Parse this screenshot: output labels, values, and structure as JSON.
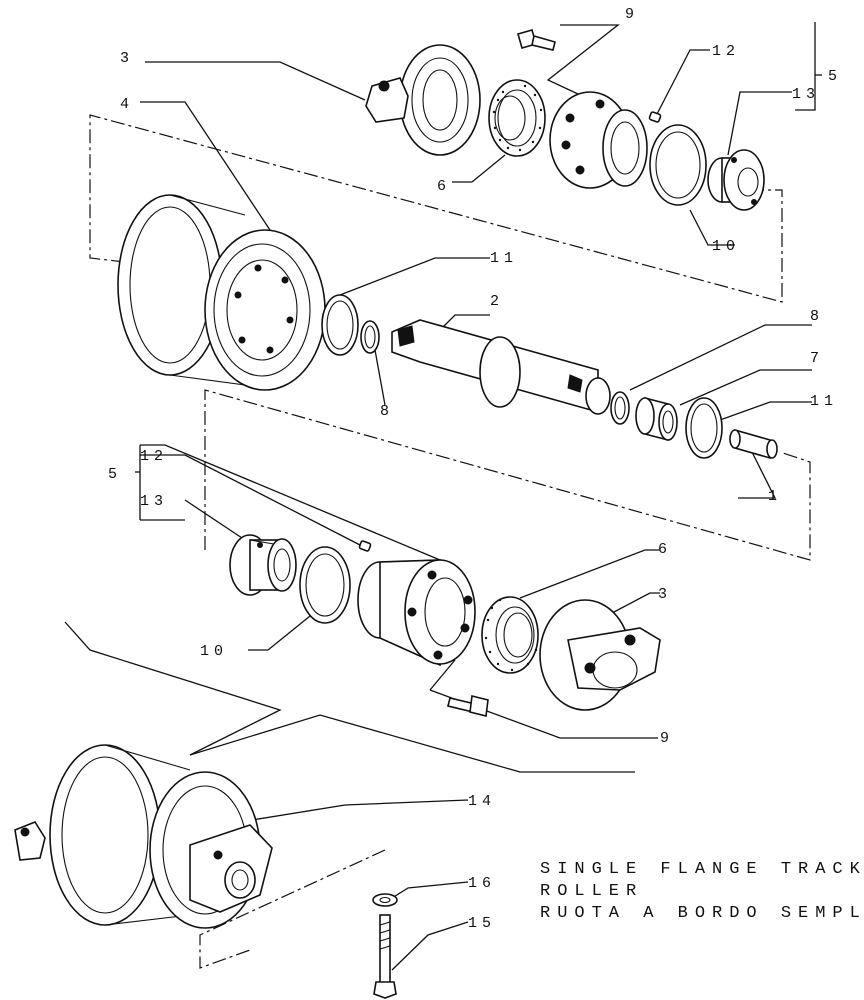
{
  "callouts": {
    "n1": "1",
    "n2": "2",
    "n3a": "3",
    "n3b": "3",
    "n4": "4",
    "n5a": "5",
    "n5b": "5",
    "n6a": "6",
    "n6b": "6",
    "n7": "7",
    "n8a": "8",
    "n8b": "8",
    "n9a": "9",
    "n9b": "9",
    "n10a": "10",
    "n10b": "10",
    "n11a": "11",
    "n11b": "11",
    "n12a": "12",
    "n12b": "12",
    "n13a": "13",
    "n13b": "13",
    "n14": "14",
    "n15": "15",
    "n16": "16"
  },
  "caption": {
    "line1": "SINGLE FLANGE TRACK",
    "line2": "ROLLER",
    "line3": "RUOTA A BORDO SEMPLICE"
  }
}
